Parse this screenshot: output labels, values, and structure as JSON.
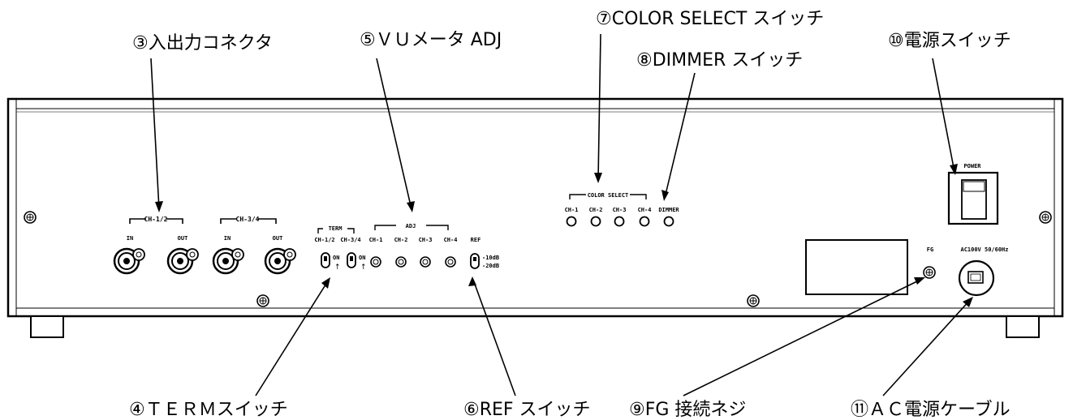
{
  "callouts": {
    "c3": "③入出力コネクタ",
    "c5": "⑤ＶＵメータ ADJ",
    "c7": "⑦COLOR SELECT スイッチ",
    "c8": "⑧DIMMER スイッチ",
    "c10": "⑩電源スイッチ",
    "c4": "④ＴＥＲＭスイッチ",
    "c6": "⑥REF スイッチ",
    "c9": "⑨FG 接続ネジ",
    "c11": "⑪ＡＣ電源ケーブル"
  },
  "panel": {
    "ch12": "CH-1/2",
    "ch34": "CH-3/4",
    "in": "IN",
    "out": "OUT",
    "term": "TERM",
    "term_ch12": "CH-1/2",
    "term_ch34": "CH-3/4",
    "on": "ON",
    "adj": "ADJ",
    "adj_ch": [
      "CH-1",
      "CH-2",
      "CH-3",
      "CH-4"
    ],
    "ref": "REF",
    "ref_hi": "-10dB",
    "ref_lo": "-20dB",
    "color_select": "COLOR SELECT",
    "color_ch": [
      "CH-1",
      "CH-2",
      "CH-3",
      "CH-4"
    ],
    "dimmer": "DIMMER",
    "fg": "FG",
    "ac": "AC100V 50/60Hz",
    "power": "POWER"
  }
}
